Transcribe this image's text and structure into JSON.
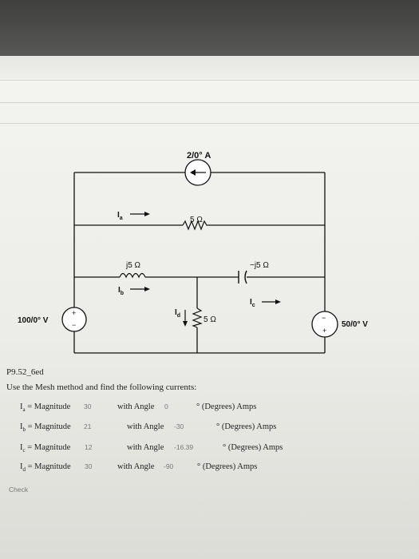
{
  "circuit": {
    "current_source_label": "2/0° A",
    "label_Ia": "I",
    "label_Ia_sub": "a",
    "label_Ib": "I",
    "label_Ib_sub": "b",
    "label_Ic": "I",
    "label_Ic_sub": "c",
    "label_Id": "I",
    "label_Id_sub": "d",
    "res_top_label": "5 Ω",
    "inductor_label": "j5 Ω",
    "capacitor_label": "−j5 Ω",
    "res_mid_label": "5 Ω",
    "left_source_label": "100/0° V",
    "right_source_label": "50/0° V",
    "plus": "+",
    "minus": "−"
  },
  "problem": {
    "id": "P9.52_6ed",
    "instructions": "Use the Mesh method and find the following currents:"
  },
  "answers": [
    {
      "current": "I",
      "sub": "a",
      "mag_text": "= Magnitude",
      "magnitude": "30",
      "angle_text": "with Angle",
      "angle": "0",
      "unit_text": "° (Degrees)  Amps"
    },
    {
      "current": "I",
      "sub": "b",
      "mag_text": "= Magnitude",
      "magnitude": "21",
      "angle_text": "with Angle",
      "angle": "-30",
      "unit_text": "° (Degrees) Amps"
    },
    {
      "current": "I",
      "sub": "c",
      "mag_text": "= Magnitude",
      "magnitude": "12",
      "angle_text": "with Angle",
      "angle": "-16.39",
      "unit_text": "° (Degrees)  Amps"
    },
    {
      "current": "I",
      "sub": "d",
      "mag_text": "= Magnitude",
      "magnitude": "30",
      "angle_text": "with Angle",
      "angle": "-90",
      "unit_text": "° (Degrees) Amps"
    }
  ],
  "check_label": "Check"
}
